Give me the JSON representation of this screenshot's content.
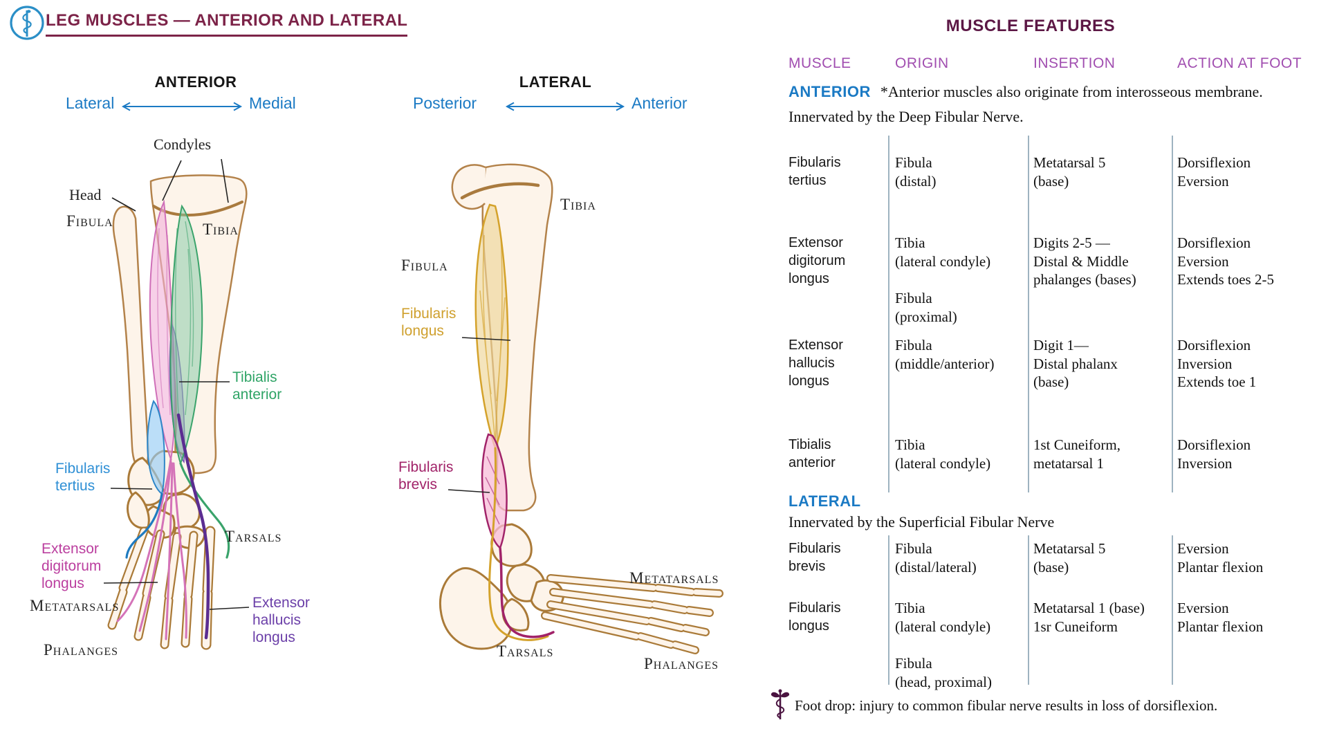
{
  "header": {
    "title": "LEG MUSCLES — ANTERIOR AND LATERAL"
  },
  "anterior_view": {
    "title": "ANTERIOR",
    "direction_left": "Lateral",
    "direction_right": "Medial",
    "labels": {
      "condyles": "Condyles",
      "head": "Head",
      "fibula": "Fibula",
      "tibia": "Tibia",
      "tarsals": "Tarsals",
      "metatarsals": "Metatarsals",
      "phalanges": "Phalanges"
    },
    "muscles": {
      "tibialis_anterior": "Tibialis anterior",
      "fibularis_tertius": "Fibularis tertius",
      "extensor_digitorum_longus": "Extensor digitorum longus",
      "extensor_hallucis_longus": "Extensor hallucis longus"
    }
  },
  "lateral_view": {
    "title": "LATERAL",
    "direction_left": "Posterior",
    "direction_right": "Anterior",
    "labels": {
      "tibia": "Tibia",
      "fibula": "Fibula",
      "tarsals": "Tarsals",
      "metatarsals": "Metatarsals",
      "phalanges": "Phalanges"
    },
    "muscles": {
      "fibularis_longus": "Fibularis longus",
      "fibularis_brevis": "Fibularis brevis"
    }
  },
  "table": {
    "title": "MUSCLE FEATURES",
    "columns": [
      "MUSCLE",
      "ORIGIN",
      "INSERTION",
      "ACTION AT FOOT"
    ],
    "sections": [
      {
        "name": "ANTERIOR",
        "note_inline": "*Anterior muscles also originate from interosseous membrane.",
        "note_below": "Innervated by the Deep Fibular Nerve.",
        "rows": [
          {
            "muscle": "Fibularis\ntertius",
            "origin": "Fibula\n(distal)",
            "insertion": "Metatarsal 5\n(base)",
            "action": "Dorsiflexion\nEversion"
          },
          {
            "muscle": "Extensor\ndigitorum\nlongus",
            "origin": "Tibia\n(lateral condyle)\n\nFibula\n(proximal)",
            "insertion": "Digits 2-5 —\nDistal & Middle\nphalanges (bases)",
            "action": "Dorsiflexion\nEversion\nExtends toes 2-5"
          },
          {
            "muscle": "Extensor\nhallucis\nlongus",
            "origin": "Fibula\n(middle/anterior)",
            "insertion": "Digit 1—\nDistal phalanx\n(base)",
            "action": "Dorsiflexion\nInversion\nExtends toe 1"
          },
          {
            "muscle": "Tibialis\nanterior",
            "origin": "Tibia\n(lateral condyle)",
            "insertion": "1st Cuneiform,\nmetatarsal 1",
            "action": "Dorsiflexion\nInversion"
          }
        ]
      },
      {
        "name": "LATERAL",
        "note_below": "Innervated by the Superficial Fibular Nerve",
        "rows": [
          {
            "muscle": "Fibularis\nbrevis",
            "origin": "Fibula\n(distal/lateral)",
            "insertion": "Metatarsal 5\n(base)",
            "action": "Eversion\nPlantar flexion"
          },
          {
            "muscle": "Fibularis\nlongus",
            "origin": "Tibia\n(lateral condyle)\n\nFibula\n(head, proximal)",
            "insertion": "Metatarsal 1 (base)\n1sr Cuneiform",
            "action": "Eversion\nPlantar flexion"
          }
        ]
      }
    ],
    "footnote": "Foot drop: injury to common fibular nerve results in loss of dorsiflexion."
  },
  "icons": {
    "logo": "asclepius-staff-icon",
    "footnote": "caduceus-icon"
  },
  "colors": {
    "title_maroon": "#7c2348",
    "table_title_maroon": "#5c1745",
    "column_header_purple": "#a14eb0",
    "section_blue": "#1b7ac4",
    "tibialis_anterior_green": "#2fa466",
    "fibularis_tertius_blue": "#2e8fd5",
    "extensor_digitorum_longus_magenta": "#bb3f9f",
    "extensor_hallucis_longus_purple": "#6b3fa8",
    "fibularis_longus_gold": "#cfa02e",
    "fibularis_brevis_magenta": "#a12369",
    "bone_outline_brown": "#b3824a",
    "rule_gray": "#9eb3c0"
  }
}
